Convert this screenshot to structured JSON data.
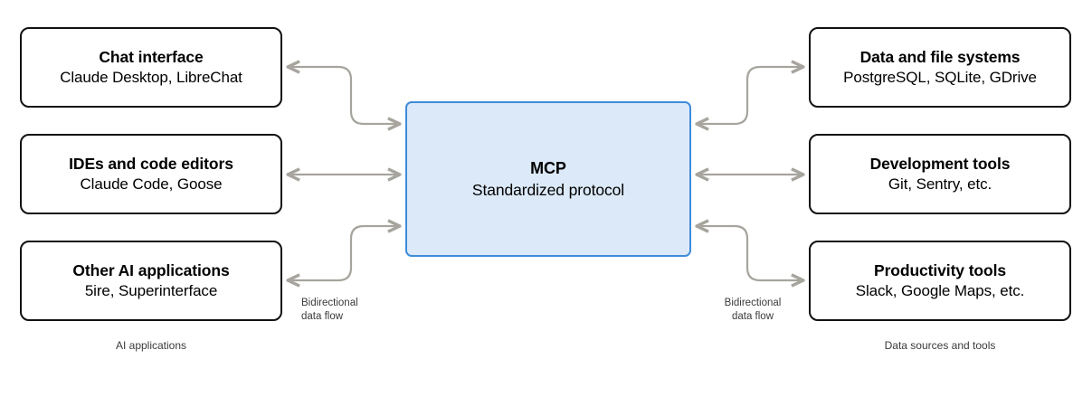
{
  "diagram": {
    "title_hidden": "",
    "accent_color": "#3f8cdb",
    "hub_fill_color": "#dce9f8",
    "connector_color": "#a6a49d",
    "node_border_color": "#111111"
  },
  "left_column": {
    "caption": "AI applications",
    "flow_label": "Bidirectional\ndata flow",
    "nodes": [
      {
        "title": "Chat interface",
        "subtitle": "Claude Desktop, LibreChat"
      },
      {
        "title": "IDEs and code editors",
        "subtitle": "Claude Code, Goose"
      },
      {
        "title": "Other AI applications",
        "subtitle": "5ire, Superinterface"
      }
    ]
  },
  "right_column": {
    "caption": "Data sources and tools",
    "flow_label": "Bidirectional\ndata flow",
    "nodes": [
      {
        "title": "Data and file systems",
        "subtitle": "PostgreSQL, SQLite, GDrive"
      },
      {
        "title": "Development tools",
        "subtitle": "Git, Sentry, etc."
      },
      {
        "title": "Productivity tools",
        "subtitle": "Slack, Google Maps, etc."
      }
    ]
  },
  "hub": {
    "title": "MCP",
    "subtitle": "Standardized protocol"
  },
  "connectors": [
    {
      "name": "chat-to-mcp",
      "type": "s-curve",
      "bidirectional": true
    },
    {
      "name": "ide-to-mcp",
      "type": "straight",
      "bidirectional": true
    },
    {
      "name": "otherai-to-mcp",
      "type": "s-curve",
      "bidirectional": true
    },
    {
      "name": "mcp-to-data",
      "type": "s-curve",
      "bidirectional": true
    },
    {
      "name": "mcp-to-devtools",
      "type": "straight",
      "bidirectional": true
    },
    {
      "name": "mcp-to-prod",
      "type": "s-curve",
      "bidirectional": true
    }
  ]
}
